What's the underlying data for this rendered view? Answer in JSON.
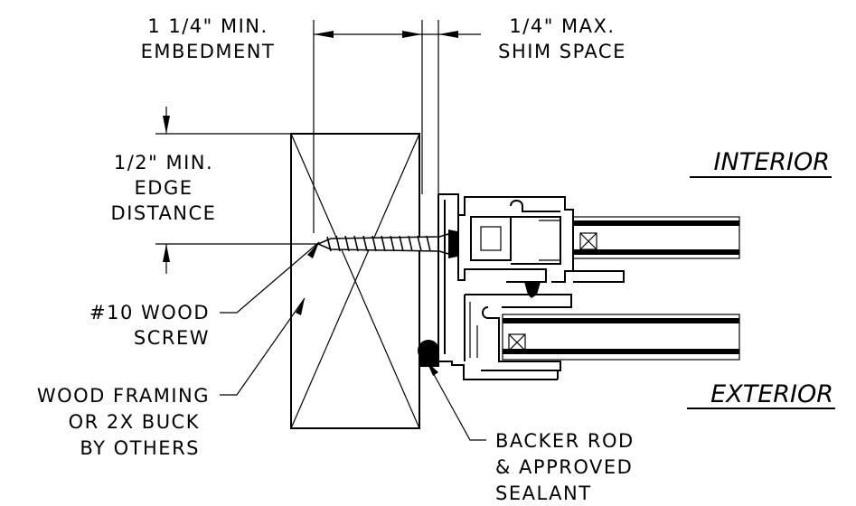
{
  "labels": {
    "embedment_1": "1 1/4\" MIN.",
    "embedment_2": "EMBEDMENT",
    "shim_1": "1/4\" MAX.",
    "shim_2": "SHIM SPACE",
    "edge_1": "1/2\" MIN.",
    "edge_2": "EDGE",
    "edge_3": "DISTANCE",
    "screw_1": "#10 WOOD",
    "screw_2": "SCREW",
    "framing_1": "WOOD FRAMING",
    "framing_2": "OR 2X BUCK",
    "framing_3": "BY OTHERS",
    "backer_1": "BACKER ROD",
    "backer_2": "& APPROVED",
    "backer_3": "SEALANT",
    "interior": "INTERIOR",
    "exterior": "EXTERIOR"
  }
}
